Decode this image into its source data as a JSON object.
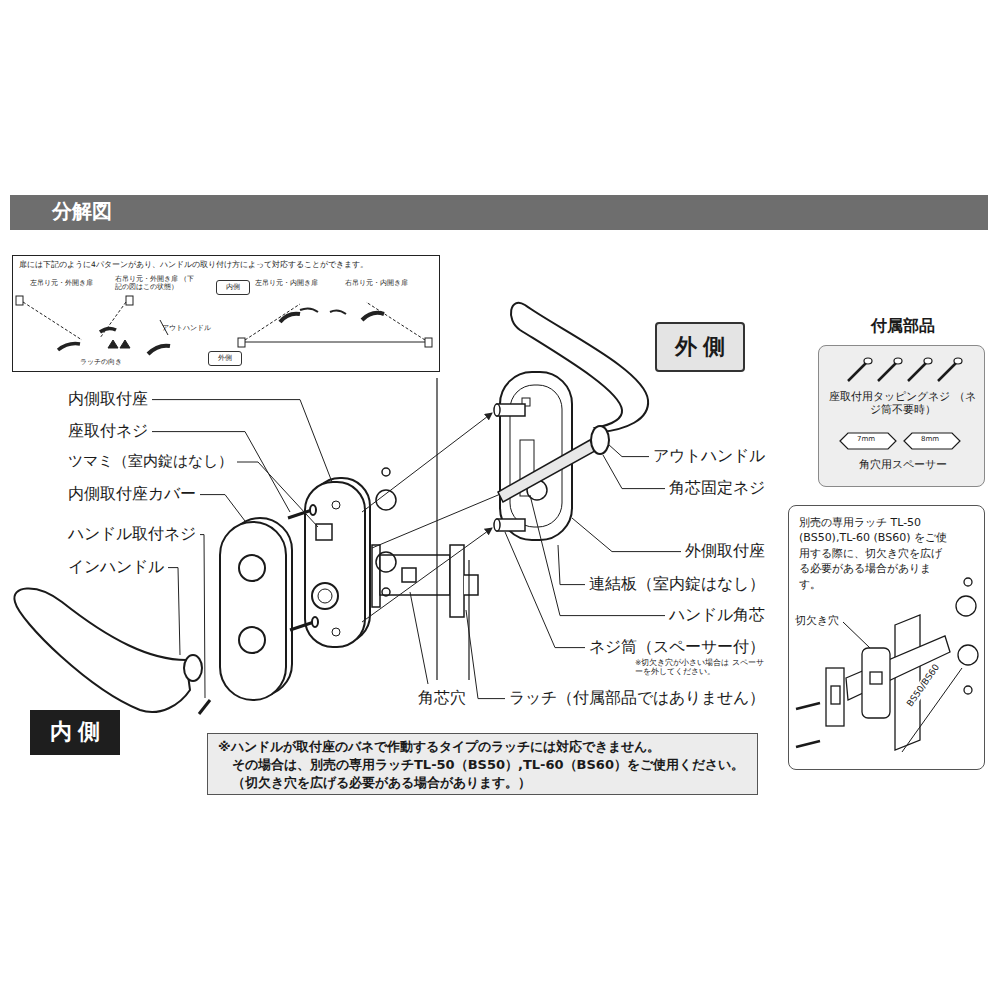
{
  "diagram": {
    "title": "分解図",
    "nodes": [
      {
        "text": [
          "扉には下記のように4パターンがあり、ハンドルの取り付け方によって対応することができます。"
        ]
      },
      {
        "text": [
          "内側"
        ],
        "in": 0
      },
      {
        "text": [
          "外側"
        ],
        "in": 0
      },
      {
        "text": [
          "外側"
        ]
      },
      {
        "text": [
          "内側"
        ]
      },
      {
        "text": [
          "付属部品",
          "座取付用タッピングネジ （ネジ筒不要時）",
          "角穴用スペーサー"
        ]
      },
      {
        "text": [
          "別売の専用ラッチ TL-50 (BS50),TL-60 (BS60) をご使用する際に、切欠き穴を広げる必要がある場合があります。"
        ]
      },
      {
        "text": [
          "※ハンドルが取付座のバネで作動するタイプのラッチには対応できません。",
          "その場合は、別売の専用ラッチTL-50（BS50）,TL-60（BS60）をご使用ください。",
          "（切欠き穴を広げる必要がある場合があります。）"
        ]
      }
    ],
    "labels": [
      "左吊り元・外開き扉",
      "右吊り元・外開き扉 （下記の図はこの状態）",
      "左吊り元・内開き扉",
      "右吊り元・内開き扉",
      "アウトハンドル",
      "ラッチの向き",
      "内側取付座",
      "座取付ネジ",
      "ツマミ（室内錠はなし）",
      "内側取付座カバー",
      "ハンドル取付ネジ",
      "インハンドル",
      "アウトハンドル",
      "角芯固定ネジ",
      "外側取付座",
      "連結板（室内錠はなし）",
      "ハンドル角芯",
      "ネジ筒（スペーサー付）",
      "※切欠き穴が小さい場合は スペーサーを外してください。",
      "角芯穴",
      "ラッチ（付属部品ではありません）",
      "7mm",
      "8mm",
      "切欠き穴",
      "BS50/BS60"
    ]
  }
}
